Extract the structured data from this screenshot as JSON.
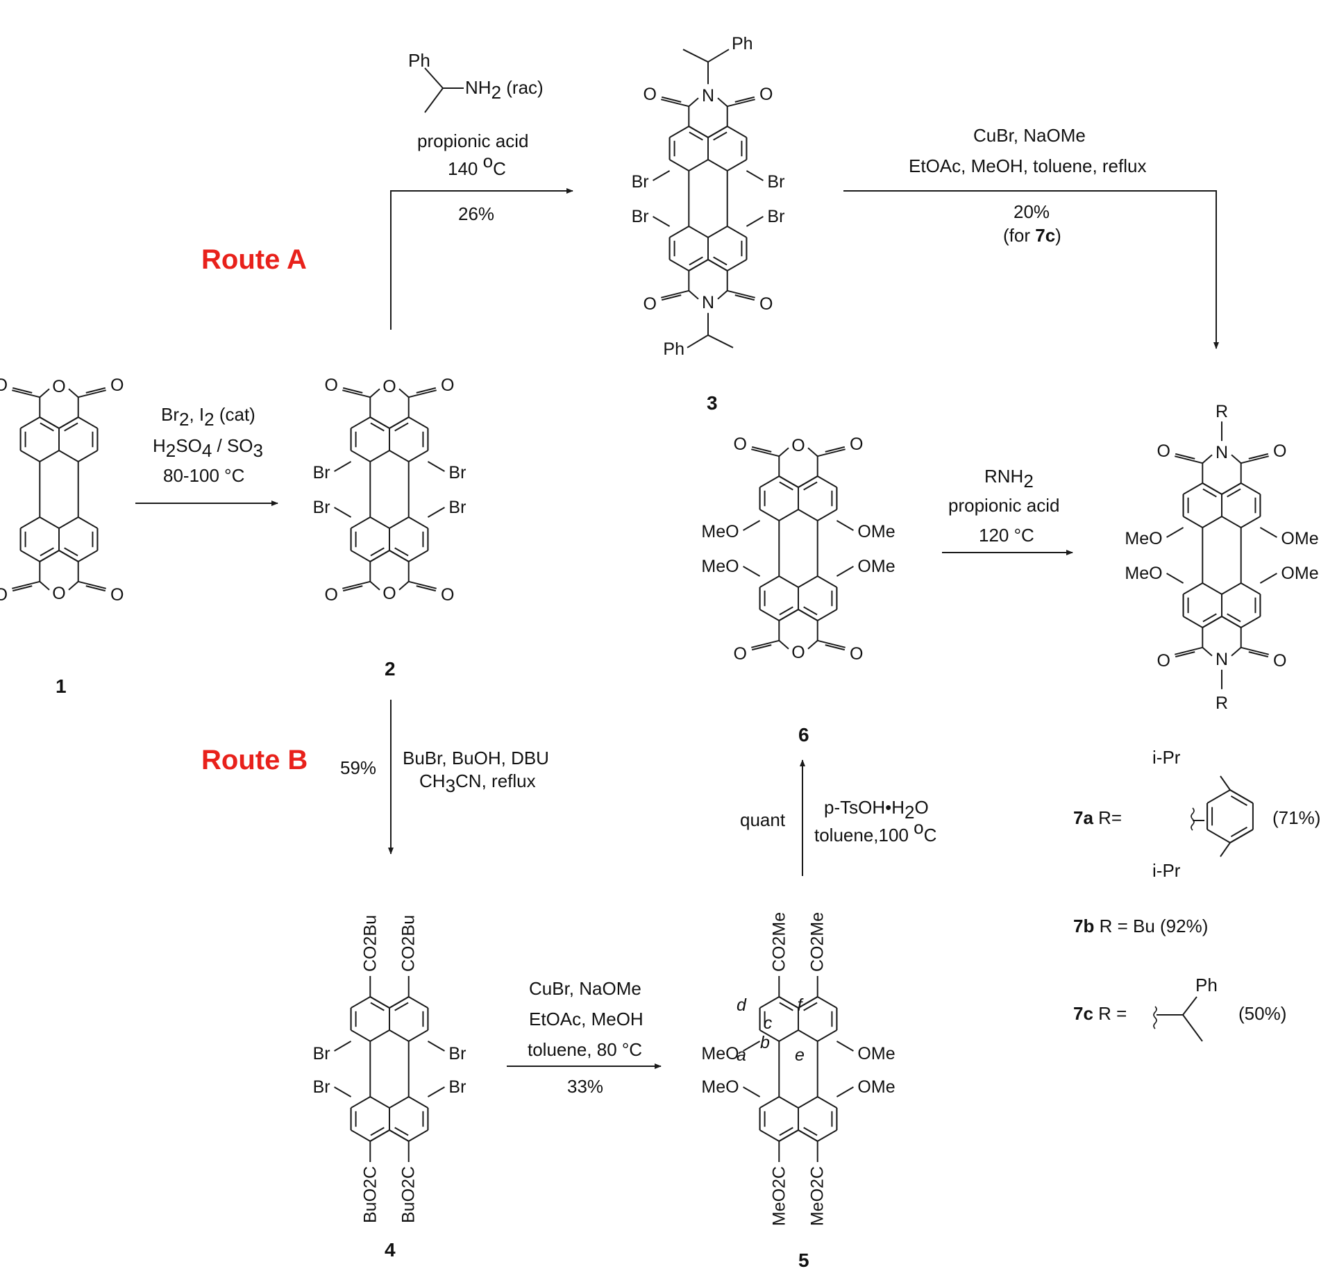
{
  "colors": {
    "route_label": "#e8211b",
    "lines": "#1a1a1a",
    "background": "#ffffff"
  },
  "routes": {
    "a": "Route A",
    "b": "Route B"
  },
  "compounds": {
    "c1": {
      "number": "1",
      "ring_sub": ""
    },
    "c2": {
      "number": "2"
    },
    "c3": {
      "number": "3"
    },
    "c4": {
      "number": "4"
    },
    "c5": {
      "number": "5"
    },
    "c6": {
      "number": "6"
    },
    "c7": {
      "substituent": "R"
    }
  },
  "atoms": {
    "O": "O",
    "N": "N",
    "Br": "Br",
    "MeO": "MeO",
    "OMe": "OMe",
    "Ph": "Ph",
    "R": "R",
    "NH2": "NH",
    "sub2": "2",
    "rac": "(rac)",
    "CO2Bu": "CO2Bu",
    "BuO2C": "BuO2C",
    "CO2Me": "CO2Me",
    "MeO2C": "MeO2C",
    "pos_a": "a",
    "pos_b": "b",
    "pos_c": "c",
    "pos_d": "d",
    "pos_e": "e",
    "pos_f": "f"
  },
  "conditions": {
    "step1": {
      "l1": "Br",
      "l1b": "2",
      "l1c": ", I",
      "l1d": "2",
      "l1e": " (cat)",
      "l2": "H",
      "l2b": "2",
      "l2c": "SO",
      "l2d": "4",
      "l2e": " / SO",
      "l2f": "3",
      "l3": "80-100 °C"
    },
    "step2": {
      "l1": "propionic acid",
      "l2": "140 ",
      "l2b": "o",
      "l2c": "C",
      "yield": "26%"
    },
    "step3": {
      "l1": "CuBr, NaOMe",
      "l2": "EtOAc, MeOH, toluene, reflux",
      "yield": "20%",
      "note_a": "(for ",
      "note_b": "7c",
      "note_c": ")"
    },
    "step4": {
      "l1": "RNH",
      "l1b": "2",
      "l2": "propionic acid",
      "l3": "120 °C"
    },
    "step5": {
      "yield": "59%",
      "l1": "BuBr, BuOH, DBU",
      "l2": "CH",
      "l2b": "3",
      "l2c": "CN, reflux"
    },
    "step6": {
      "l1": "CuBr, NaOMe",
      "l2": "EtOAc, MeOH",
      "l3": "toluene, 80 °C",
      "yield": "33%"
    },
    "step7": {
      "yield": "quant",
      "l1a": "p",
      "l1b": "-TsOH•H",
      "l1c": "2",
      "l1d": "O",
      "l2": "toluene,100 ",
      "l2b": "o",
      "l2c": "C"
    }
  },
  "r_groups": {
    "a": {
      "label": "7a",
      "eq": " R=",
      "yield": "(71%)",
      "sub_top": "i",
      "sub_top2": "-Pr",
      "sub_bot": "i",
      "sub_bot2": "-Pr"
    },
    "b": {
      "label": "7b",
      "text": " R = Bu (92%)"
    },
    "c": {
      "label": "7c",
      "eq": " R =",
      "yield": "(50%)",
      "ph": "Ph"
    }
  }
}
